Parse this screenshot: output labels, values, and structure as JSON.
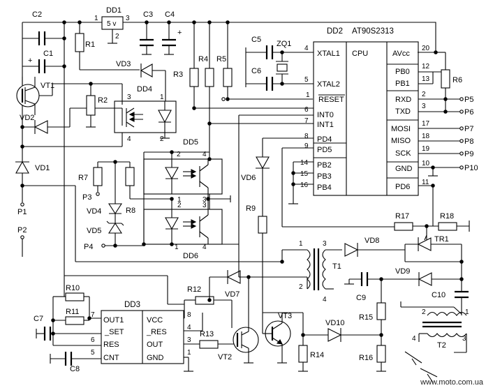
{
  "refs": {
    "dd1": "DD1",
    "dd1_out": "5 v",
    "dd1_p1": "1",
    "dd1_p2": "2",
    "dd1_p3": "3",
    "c1": "C1",
    "c2": "C2",
    "c3": "C3",
    "c4": "C4",
    "c5": "C5",
    "c6": "C6",
    "c7": "C7",
    "c8": "C8",
    "c9": "C9",
    "c10": "C10",
    "r1": "R1",
    "r2": "R2",
    "r3": "R3",
    "r4": "R4",
    "r5": "R5",
    "r6": "R6",
    "r7": "R7",
    "r8": "R8",
    "r9": "R9",
    "r10": "R10",
    "r11": "R11",
    "r12": "R12",
    "r13": "R13",
    "r14": "R14",
    "r15": "R15",
    "r16": "R16",
    "r17": "R17",
    "r18": "R18",
    "vt1": "VT1",
    "vt2": "VT2",
    "vt3": "VT3",
    "vd1": "VD1",
    "vd2": "VD2",
    "vd3": "VD3",
    "vd4": "VD4",
    "vd5": "VD5",
    "vd6": "VD6",
    "vd7": "VD7",
    "vd8": "VD8",
    "vd9": "VD9",
    "vd10": "VD10",
    "dd4": "DD4",
    "dd5": "DD5",
    "dd6": "DD6",
    "zq1": "ZQ1",
    "t1": "T1",
    "t2": "T2",
    "tr1": "TR1",
    "p1": "P1",
    "p2": "P2",
    "p3": "P3",
    "p4": "P4",
    "plus": "+"
  },
  "dd2": {
    "ref": "DD2",
    "part": "AT90S2313",
    "cpu": "CPU",
    "left_pins": [
      {
        "name": "XTAL1",
        "num": "4"
      },
      {
        "name": "XTAL2",
        "num": "5"
      },
      {
        "name": "RESET",
        "num": "1"
      },
      {
        "name": "INT0",
        "num": "6"
      },
      {
        "name": "INT1",
        "num": "7"
      },
      {
        "name": "PD4",
        "num": "8"
      },
      {
        "name": "PD5",
        "num": "9"
      },
      {
        "name": "PB2",
        "num": "14"
      },
      {
        "name": "PB3",
        "num": "15"
      },
      {
        "name": "PB4",
        "num": "16"
      }
    ],
    "right_pins": [
      {
        "name": "AVcc",
        "num": "20"
      },
      {
        "name": "PB0",
        "num": "12"
      },
      {
        "name": "PB1",
        "num": "13"
      },
      {
        "name": "RXD",
        "num": "2"
      },
      {
        "name": "TXD",
        "num": "3"
      },
      {
        "name": "MOSI",
        "num": "17"
      },
      {
        "name": "MISO",
        "num": "18"
      },
      {
        "name": "SCK",
        "num": "19"
      },
      {
        "name": "GND",
        "num": "10"
      },
      {
        "name": "PD6",
        "num": "11"
      }
    ]
  },
  "dd3": {
    "ref": "DD3",
    "left_pins": [
      {
        "name": "OUT1",
        "num": "7"
      },
      {
        "name": "_SET",
        "num": ""
      },
      {
        "name": "RES",
        "num": "6"
      },
      {
        "name": "CNT",
        "num": "5"
      }
    ],
    "right_pins": [
      {
        "name": "VCC",
        "num": "8"
      },
      {
        "name": "_RES",
        "num": "4"
      },
      {
        "name": "OUT",
        "num": "3"
      },
      {
        "name": "GND",
        "num": "1"
      }
    ]
  },
  "ports": [
    "P5",
    "P6",
    "P7",
    "P8",
    "P9",
    "P10"
  ],
  "pin_nums": {
    "dd4_3": "3",
    "dd4_1": "1",
    "dd4_4": "4",
    "dd4_2": "2",
    "dd5_2": "2",
    "dd5_4": "4",
    "dd5_1": "1",
    "dd5_3": "3",
    "dd6_2": "2",
    "dd6_3": "3",
    "dd6_1": "1",
    "dd6_4": "4",
    "t1_1": "1",
    "t1_2": "2",
    "t1_3": "3",
    "t1_4": "4",
    "t2_1": "1",
    "t2_2": "2",
    "t2_3": "3",
    "t2_4": "4"
  },
  "watermark": "www.moto.com.ua"
}
